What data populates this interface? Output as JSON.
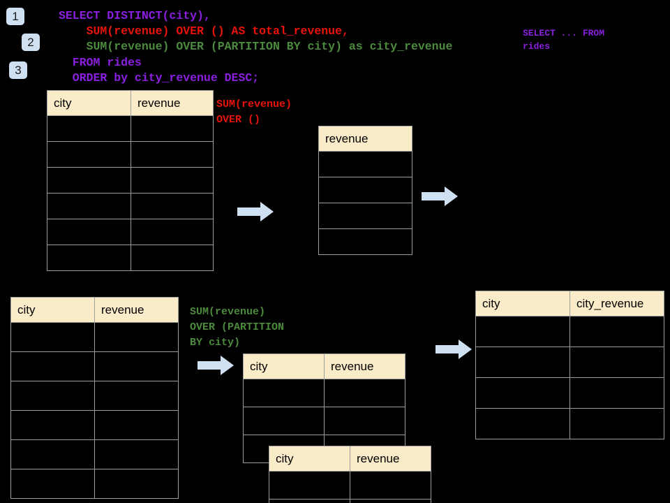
{
  "steps": [
    {
      "label": "1"
    },
    {
      "label": "2"
    },
    {
      "label": "3"
    }
  ],
  "query": {
    "line1": "SELECT DISTINCT(city),",
    "line2": "    SUM(revenue) OVER () AS total_revenue,",
    "line3": "    SUM(revenue) OVER (PARTITION BY city) as city_revenue",
    "line4": "  FROM rides",
    "line5": "  ORDER by city_revenue DESC;",
    "colors": {
      "purple": "#8a1fe0",
      "red": "#e8130a",
      "green": "#4c8a3e"
    }
  },
  "sidenote": {
    "line1": "SELECT ... FROM",
    "line2": "rides"
  },
  "annotations": {
    "over_empty": "SUM(revenue)\nOVER ()",
    "over_partition": "SUM(revenue)\nOVER (PARTITION\nBY city)"
  },
  "tables": {
    "source_top": {
      "headers": [
        "city",
        "revenue"
      ],
      "row_count": 6
    },
    "total_revenue": {
      "headers": [
        "revenue"
      ],
      "row_count": 4
    },
    "source_bottom": {
      "headers": [
        "city",
        "revenue"
      ],
      "row_count": 6
    },
    "partition_a": {
      "headers": [
        "city",
        "revenue"
      ],
      "row_count": 3
    },
    "partition_b": {
      "headers": [
        "city",
        "revenue"
      ],
      "row_count": 2
    },
    "result": {
      "headers": [
        "city",
        "city_revenue"
      ],
      "row_count": 4
    }
  },
  "arrows": {
    "icon": "right-arrow-icon",
    "color": "#cfe0f2",
    "count": 4
  }
}
